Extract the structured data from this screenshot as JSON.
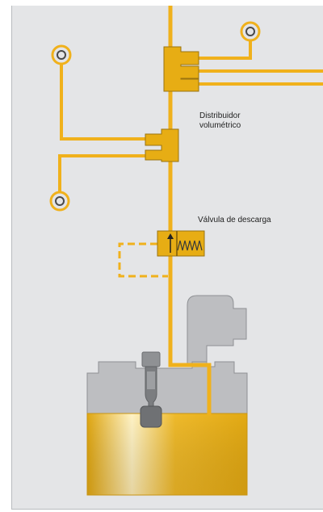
{
  "labels": {
    "distributor_line1": "Distribuidor",
    "distributor_line2": "volumétrico",
    "relief_valve": "Válvula de descarga"
  },
  "colors": {
    "background": "#e4e5e7",
    "border": "#b9bcbf",
    "pipe": "#f0b11c",
    "block": "#e7ad14",
    "block_stroke": "#9a7410",
    "grey_body": "#bdbec1",
    "grey_stroke": "#8e9094",
    "oil": "#e9b31b",
    "text": "#222222"
  },
  "icons": [
    "lubrication-point-icon",
    "spring-icon",
    "arrow-up-icon"
  ]
}
